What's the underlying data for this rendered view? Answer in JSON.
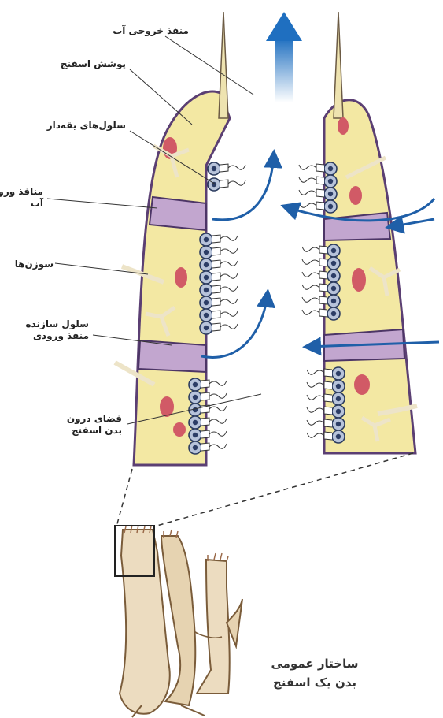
{
  "labels": {
    "exit_pore": "منفذ خروجی آب",
    "sponge_cover": "پوشش اسفنج",
    "collar_cells": "سلول‌های یقه‌دار",
    "inflow_pores_line1": "منافذ ورود",
    "inflow_pores_line2": "آب",
    "spicules": "سوزن‌ها",
    "porocyte_line1": "سلول سازنده",
    "porocyte_line2": "منفذ ورودی",
    "inner_space_line1": "فضای درون",
    "inner_space_line2": "بدن اسفنج"
  },
  "caption": {
    "line1": "ساختار عمومی",
    "line2": "بدن یک اسفنج"
  },
  "colors": {
    "body_fill": "#f3e8a3",
    "outline": "#5b3f73",
    "pore_cell": "#c2a6cf",
    "collar_cell": "#b7c3da",
    "nucleus": "#2c3d66",
    "water_arrow": "#1f5fa8",
    "sponge": "#ecdcc0"
  }
}
